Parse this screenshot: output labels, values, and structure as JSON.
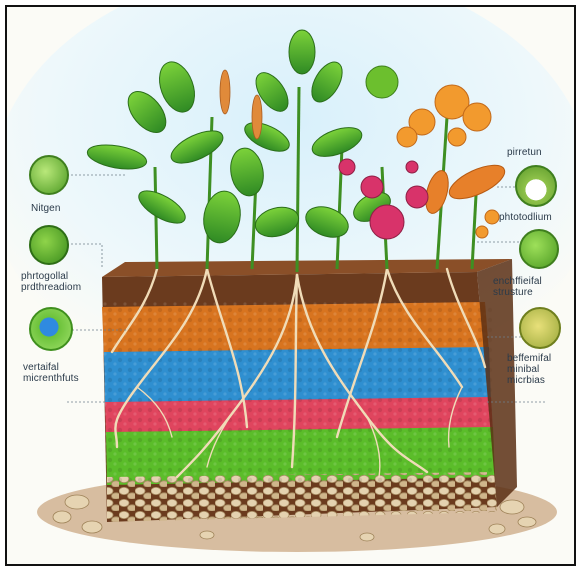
{
  "labels": {
    "left": [
      {
        "text": "Nitgen"
      },
      {
        "text": "phrtogollal\nprdthreadiom"
      },
      {
        "text": "vertaifal\nmicrenthfuts"
      }
    ],
    "right": [
      {
        "text": "pirretun"
      },
      {
        "text": "phtotodlium"
      },
      {
        "text": "enchffieifal\nstrusture"
      },
      {
        "text": "beffemifal\nminibal\nmicrbias"
      }
    ]
  },
  "icons": {
    "left": [
      "bacteria-icon",
      "green-granule-icon",
      "blue-microbe-icon"
    ],
    "right": [
      "white-powder-icon",
      "green-cell-icon",
      "yellow-cluster-icon"
    ]
  },
  "colors": {
    "sky": "#cfe9f6",
    "topsoil": "#6b3b1e",
    "orange_layer": "#d8741f",
    "blue_layer": "#2f8fd0",
    "red_layer": "#e0455e",
    "green_layer": "#5bbd2a",
    "pebbles": "#d7c3a0",
    "roots": "#f0dcb8",
    "leaf": "#4aa62a"
  }
}
